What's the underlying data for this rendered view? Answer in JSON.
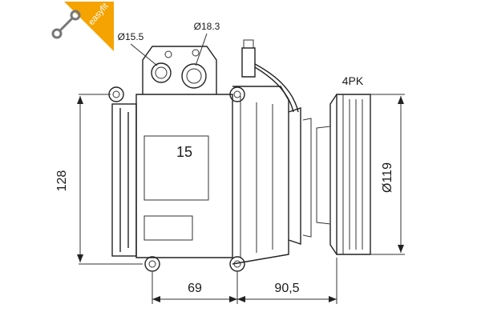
{
  "brand": {
    "name": "easyfit",
    "color": "#f5a300"
  },
  "dimensions": {
    "port_small": "Ø15.5",
    "port_large": "Ø18.3",
    "belt": "4PK",
    "height": "128",
    "diameter": "Ø119",
    "width_left": "69",
    "width_right": "90,5",
    "label_15": "15"
  }
}
